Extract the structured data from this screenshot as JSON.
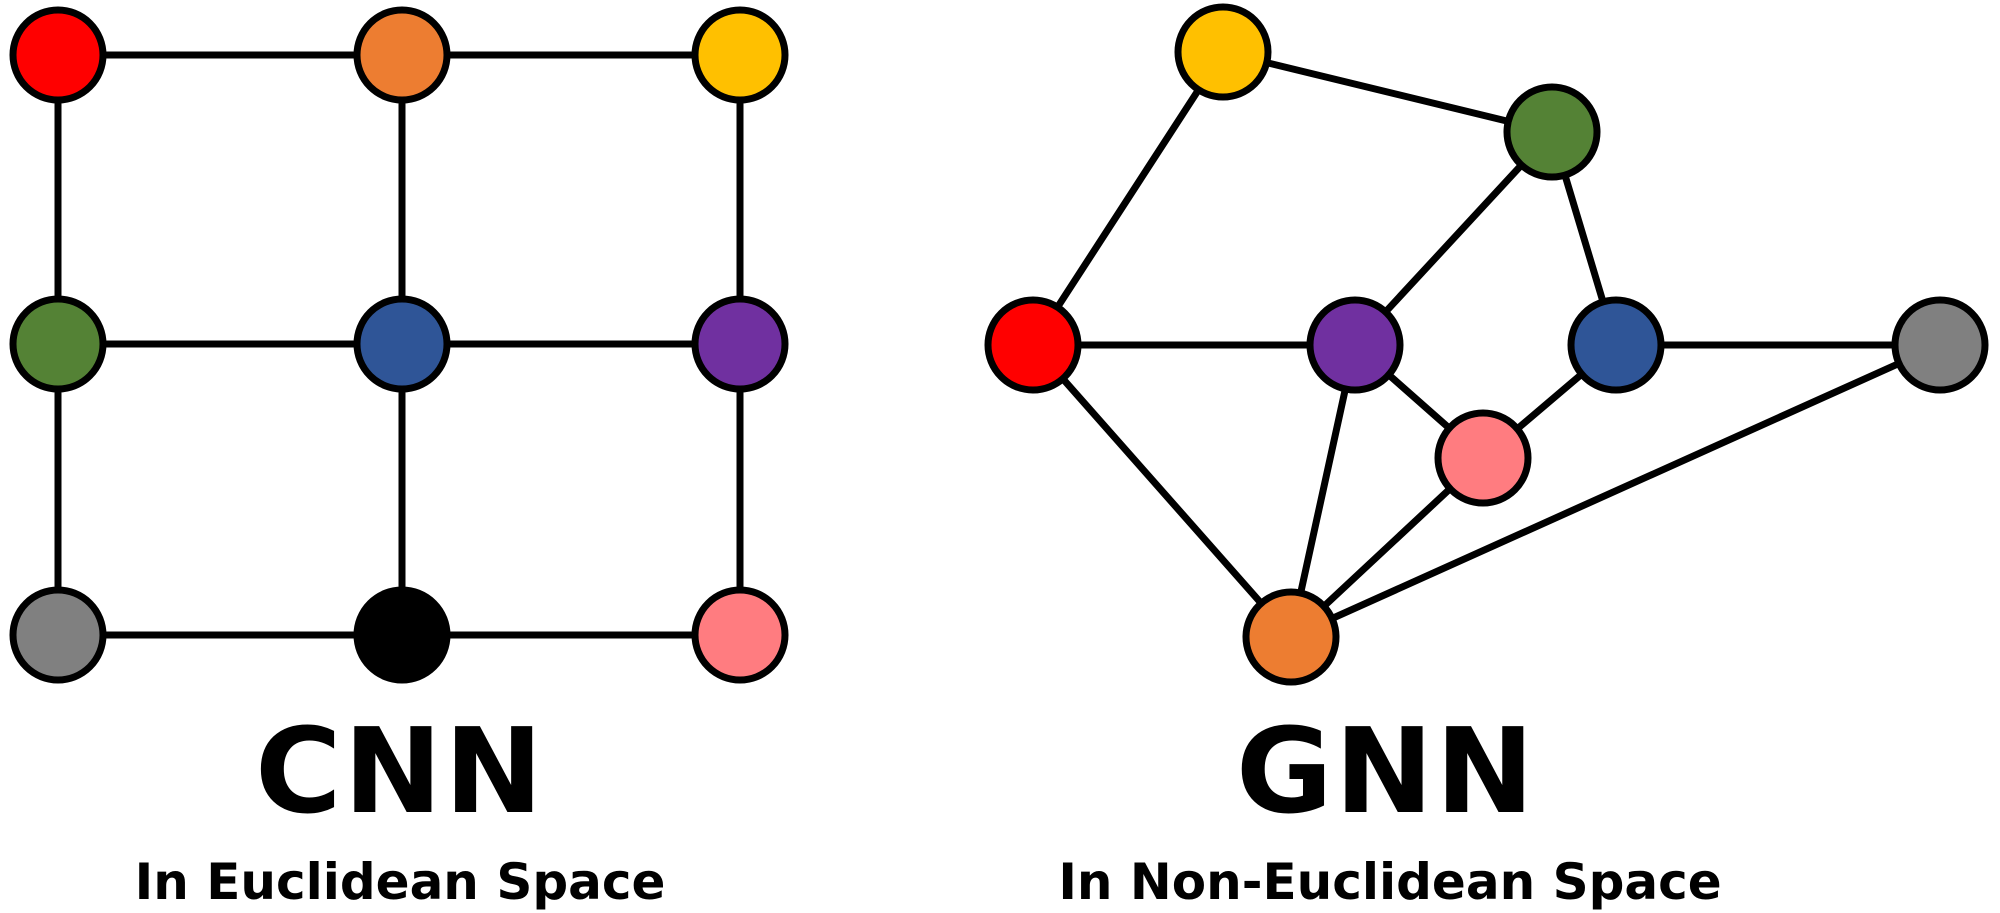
{
  "cnn": {
    "title": "CNN",
    "subtitle": "In Euclidean Space",
    "nodes": [
      {
        "id": "tl",
        "color": "#ff0000"
      },
      {
        "id": "tm",
        "color": "#ed7d31"
      },
      {
        "id": "tr",
        "color": "#ffc000"
      },
      {
        "id": "ml",
        "color": "#548235"
      },
      {
        "id": "mm",
        "color": "#2f5597"
      },
      {
        "id": "mr",
        "color": "#7030a0"
      },
      {
        "id": "bl",
        "color": "#808080"
      },
      {
        "id": "bm",
        "color": "#000000"
      },
      {
        "id": "br",
        "color": "#ff7c80"
      }
    ]
  },
  "gnn": {
    "title": "GNN",
    "subtitle": "In Non-Euclidean Space",
    "nodes": [
      {
        "id": "yellow",
        "color": "#ffc000"
      },
      {
        "id": "green",
        "color": "#548235"
      },
      {
        "id": "red",
        "color": "#ff0000"
      },
      {
        "id": "purple",
        "color": "#7030a0"
      },
      {
        "id": "blue",
        "color": "#2f5597"
      },
      {
        "id": "gray",
        "color": "#808080"
      },
      {
        "id": "pink",
        "color": "#ff7c80"
      },
      {
        "id": "orange",
        "color": "#ed7d31"
      }
    ]
  },
  "colors": {
    "edge": "#000000",
    "node_outline": "#000000"
  }
}
